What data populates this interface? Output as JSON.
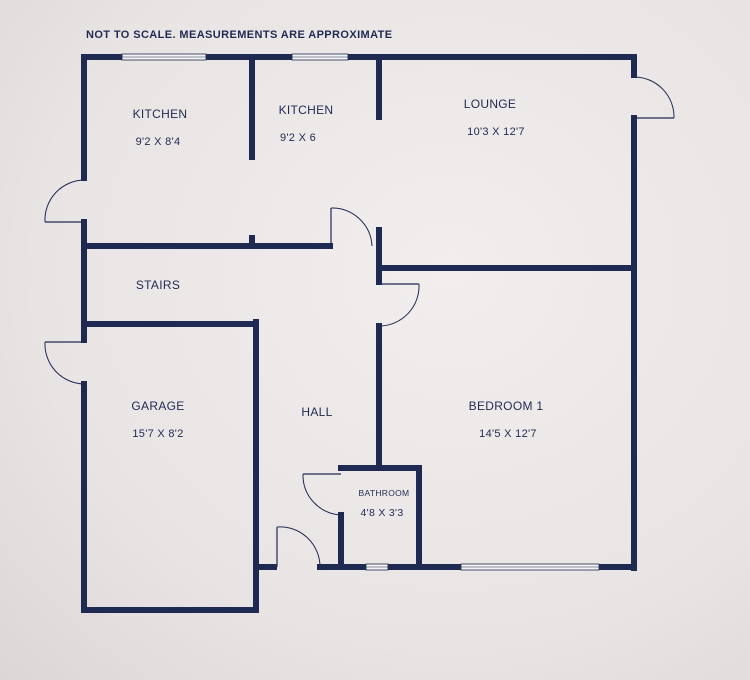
{
  "disclaimer": "NOT TO SCALE.  MEASUREMENTS ARE APPROXIMATE",
  "rooms": {
    "kitchen_1": {
      "name": "KITCHEN",
      "dims": "9'2 X 8'4"
    },
    "kitchen_2": {
      "name": "KITCHEN",
      "dims": "9'2 X 6"
    },
    "lounge": {
      "name": "LOUNGE",
      "dims": "10'3 X 12'7"
    },
    "stairs": {
      "name": "STAIRS"
    },
    "garage": {
      "name": "GARAGE",
      "dims": "15'7 X 8'2"
    },
    "hall": {
      "name": "HALL"
    },
    "bedroom_1": {
      "name": "BEDROOM 1",
      "dims": "14'5 X 12'7"
    },
    "bathroom": {
      "name": "BATHROOM",
      "dims": "4'8 X 3'3"
    }
  },
  "colors": {
    "wall": "#1f2a52",
    "paper": "#ebe6e6"
  }
}
